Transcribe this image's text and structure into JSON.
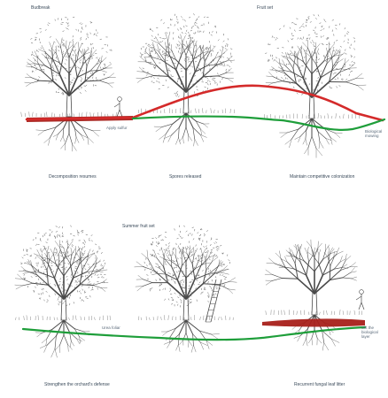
{
  "colors": {
    "red_curve": "#d42a2a",
    "green_curve": "#1e9e3a",
    "red_ground": "#a8201a",
    "ink": "#4a4a4a",
    "label_text": "#3a4a5a"
  },
  "labels": {
    "top_left": "Budbreak",
    "top_right": "Fruit set",
    "panel1_apply": "Apply sulfur",
    "panel1_bottom": "Decomposition resumes",
    "panel2_bottom": "Spores released",
    "panel3_side": "Biological mowing",
    "panel3_bottom": "Maintain competitive colonization",
    "panel5_top": "Summer fruit set",
    "panel4_apply": "Urea foliar",
    "panel6_side": "Sift the biological layer",
    "panel4_bottom": "Strengthen the orchard's defense",
    "panel6_bottom": "Recurrent fungal leaf litter"
  }
}
